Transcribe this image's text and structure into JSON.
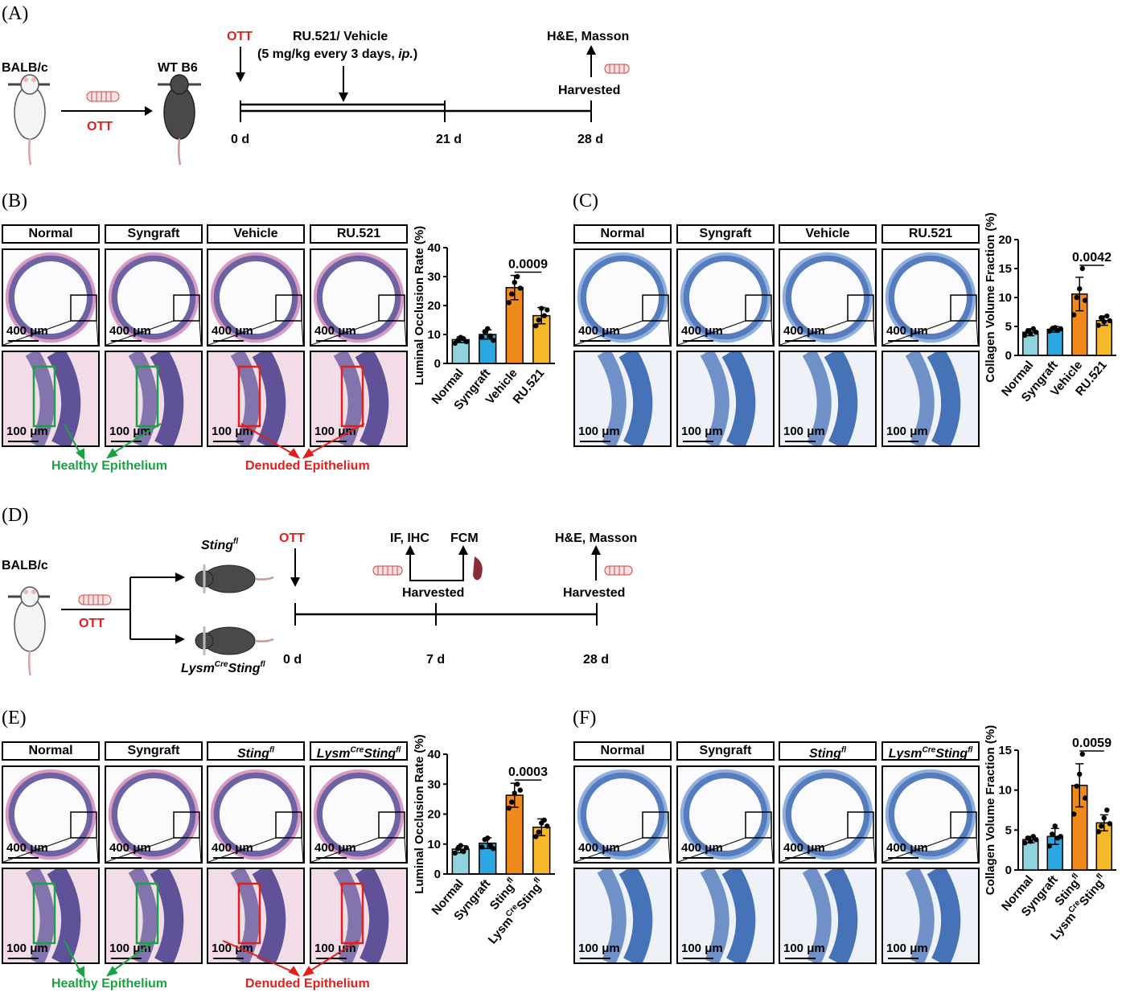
{
  "panels": {
    "a": "(A)",
    "b": "(B)",
    "c": "(C)",
    "d": "(D)",
    "e": "(E)",
    "f": "(F)"
  },
  "schemeA": {
    "donor": "BALB/c",
    "recipient": "WT B6",
    "ott_arrow_label": "OTT",
    "ott_top": "OTT",
    "treatment_line1": "RU.521/ Vehicle",
    "treatment_line2a": "(5 mg/kg every 3 days, ",
    "treatment_line2b": "ip.",
    "treatment_line2c": ")",
    "endpoint": "H&E, Masson",
    "harvested": "Harvested",
    "t0": "0 d",
    "t1": "21 d",
    "t2": "28 d"
  },
  "schemeD": {
    "donor": "BALB/c",
    "ott_label": "OTT",
    "ott_top": "OTT",
    "mouse1": "Sting",
    "mouse1_sup": "fl",
    "mouse2_a": "Lysm",
    "mouse2_sup1": "Cre",
    "mouse2_b": "Sting",
    "mouse2_sup2": "fl",
    "if_ihc": "IF, IHC",
    "fcm": "FCM",
    "endpoint": "H&E, Masson",
    "harvested1": "Harvested",
    "harvested2": "Harvested",
    "t0": "0 d",
    "t1": "7 d",
    "t2": "28 d"
  },
  "histology": {
    "groups_bc": [
      "Normal",
      "Syngraft",
      "Vehicle",
      "RU.521"
    ],
    "groups_ef_plain": [
      "Normal",
      "Syngraft"
    ],
    "sting": "Sting",
    "fl": "fl",
    "lysm": "Lysm",
    "cre": "Cre",
    "scale_400": "400 μm",
    "scale_100": "100 μm",
    "healthy": "Healthy Epithelium",
    "denuded": "Denuded Epithelium"
  },
  "colors": {
    "normal": "#8fd3de",
    "syngraft": "#2aa6e0",
    "vehicle": "#f08a1c",
    "ru521": "#f6b92c",
    "he_bg": "#f1dce8",
    "he_dark": "#3c2f85",
    "masson_bg": "#eef1f8",
    "masson_dark": "#1c52a8",
    "red": "#e0201b",
    "green": "#1aa340"
  },
  "chart_data": [
    {
      "type": "bar",
      "panel": "B",
      "categories": [
        "Normal",
        "Syngraft",
        "Vehicle",
        "RU.521"
      ],
      "values": [
        8.2,
        10.0,
        26.2,
        16.5
      ],
      "errors": [
        1.0,
        1.6,
        4.2,
        2.8
      ],
      "points": [
        [
          7.0,
          8.0,
          9.0,
          8.5,
          7.5
        ],
        [
          9.0,
          11.0,
          12.0,
          9.5,
          8.0
        ],
        [
          21.0,
          24.0,
          28.0,
          30.0,
          26.0
        ],
        [
          13.0,
          15.0,
          19.0,
          16.5,
          18.5
        ]
      ],
      "ylabel": "Luminal Occlusion Rate (%)",
      "ylim": [
        0,
        40
      ],
      "yticks": [
        0,
        10,
        20,
        30,
        40
      ],
      "comparison": {
        "from": 2,
        "to": 3,
        "label": "0.0009"
      }
    },
    {
      "type": "bar",
      "panel": "C",
      "categories": [
        "Normal",
        "Syngraft",
        "Vehicle",
        "RU.521"
      ],
      "values": [
        4.0,
        4.5,
        10.6,
        6.0
      ],
      "errors": [
        0.6,
        0.5,
        2.9,
        0.8
      ],
      "points": [
        [
          3.5,
          4.2,
          3.8,
          4.6,
          4.0
        ],
        [
          4.2,
          4.6,
          4.8,
          4.3,
          4.6
        ],
        [
          7.0,
          10.0,
          11.5,
          15.0,
          9.5
        ],
        [
          5.2,
          6.5,
          5.8,
          6.8,
          6.0
        ]
      ],
      "ylabel": "Collagen Volume Fraction (%)",
      "ylim": [
        0,
        20
      ],
      "yticks": [
        0,
        5,
        10,
        15,
        20
      ],
      "comparison": {
        "from": 2,
        "to": 3,
        "label": "0.0042"
      }
    },
    {
      "type": "bar",
      "panel": "E",
      "categories": [
        "Normal",
        "Syngraft",
        "Sting fl",
        "Lysm Cre Sting fl"
      ],
      "values": [
        8.3,
        10.3,
        26.3,
        15.6
      ],
      "errors": [
        1.2,
        1.8,
        4.0,
        2.8
      ],
      "points": [
        [
          7.0,
          8.5,
          9.5,
          7.5,
          8.8
        ],
        [
          9.0,
          11.5,
          12.0,
          9.5,
          8.5
        ],
        [
          22.0,
          24.0,
          27.0,
          30.0,
          28.0
        ],
        [
          12.5,
          14.0,
          17.0,
          18.0,
          16.0
        ]
      ],
      "ylabel": "Luminal Occlusion Rate (%)",
      "ylim": [
        0,
        40
      ],
      "yticks": [
        0,
        10,
        20,
        30,
        40
      ],
      "comparison": {
        "from": 2,
        "to": 3,
        "label": "0.0003"
      }
    },
    {
      "type": "bar",
      "panel": "F",
      "categories": [
        "Normal",
        "Syngraft",
        "Sting fl",
        "Lysm Cre Sting fl"
      ],
      "values": [
        3.8,
        4.2,
        10.6,
        5.9
      ],
      "errors": [
        0.4,
        1.0,
        2.7,
        1.0
      ],
      "points": [
        [
          3.4,
          4.0,
          3.6,
          4.2,
          3.8
        ],
        [
          3.0,
          4.5,
          5.5,
          4.0,
          4.2
        ],
        [
          7.0,
          10.5,
          12.0,
          14.5,
          9.0
        ],
        [
          4.8,
          5.5,
          6.5,
          7.5,
          5.8
        ]
      ],
      "ylabel": "Collagen Volume Fraction (%)",
      "ylim": [
        0,
        15
      ],
      "yticks": [
        0,
        5,
        10,
        15
      ],
      "comparison": {
        "from": 2,
        "to": 3,
        "label": "0.0059"
      }
    }
  ]
}
